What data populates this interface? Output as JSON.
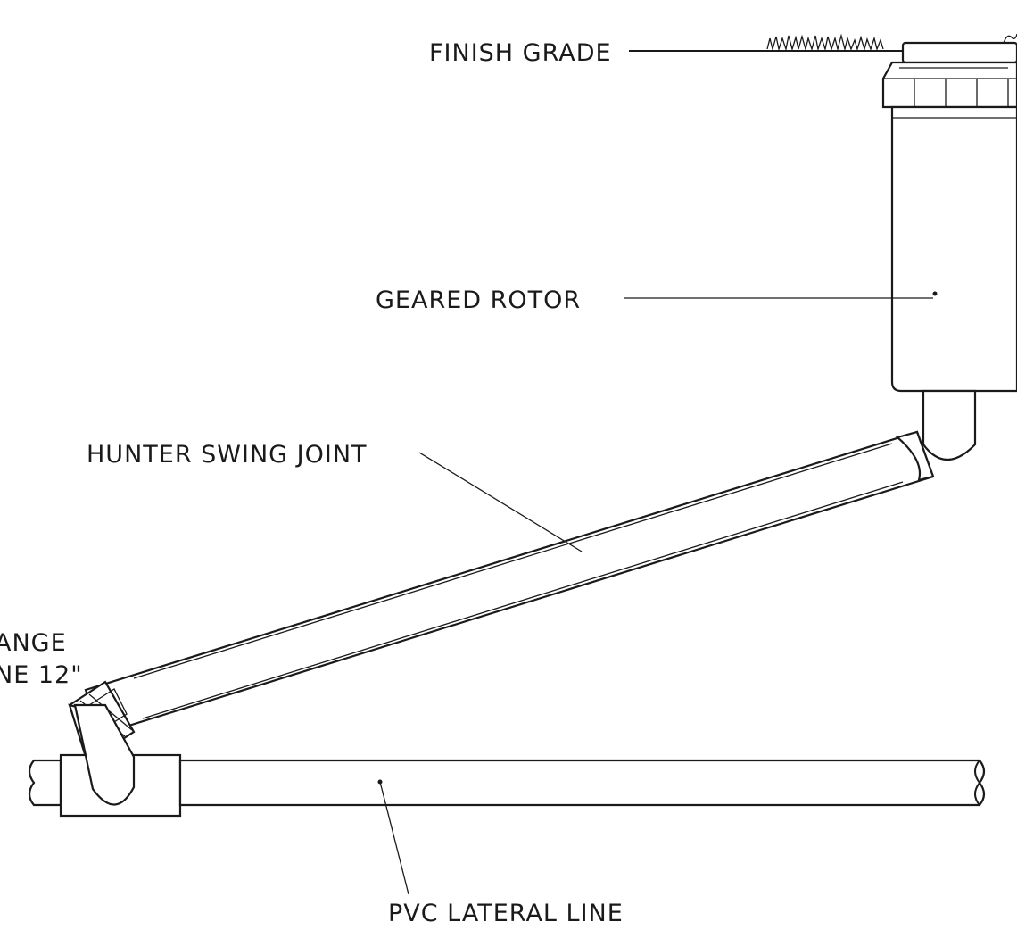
{
  "labels": {
    "finish_grade": "FINISH GRADE",
    "geared_rotor": "GEARED ROTOR",
    "swing_joint": "HUNTER SWING JOINT",
    "partial_line1": "ANGE",
    "partial_line2": "NE 12\"",
    "lateral_line": "PVC LATERAL LINE"
  },
  "colors": {
    "ink": "#1a1a1a",
    "paper": "#ffffff"
  }
}
